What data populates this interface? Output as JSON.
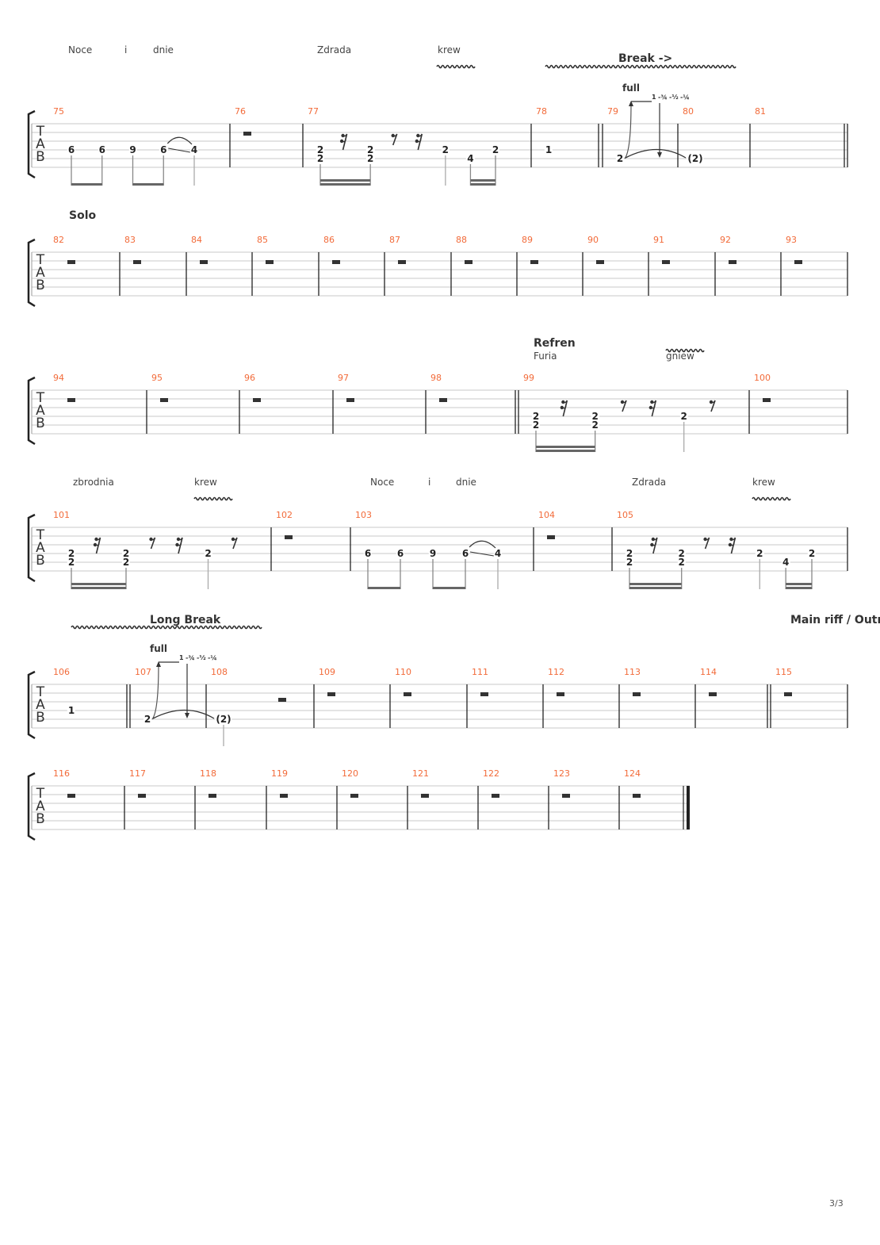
{
  "page_number": "3/3",
  "tab_clef": [
    "T",
    "A",
    "B"
  ],
  "colors": {
    "measure_number": "#f26b3a",
    "staff_line": "#c8c8c8",
    "barline": "#222"
  },
  "systems": [
    {
      "annotations": [
        {
          "text": "Noce",
          "kind": "lyric"
        },
        {
          "text": "i",
          "kind": "lyric"
        },
        {
          "text": "dnie",
          "kind": "lyric"
        },
        {
          "text": "Zdrada",
          "kind": "lyric"
        },
        {
          "text": "krew",
          "kind": "lyric"
        },
        {
          "text": "Break ->",
          "kind": "section"
        }
      ],
      "measures": [
        {
          "number": "75",
          "events": [
            {
              "notes": [
                [
                  4,
                  "6"
                ]
              ],
              "dur": 8,
              "beam": "start"
            },
            {
              "notes": [
                [
                  4,
                  "6"
                ]
              ],
              "dur": 8,
              "beam": "end"
            },
            {
              "notes": [
                [
                  4,
                  "9"
                ]
              ],
              "dur": 8,
              "beam": "start"
            },
            {
              "notes": [
                [
                  4,
                  "6"
                ]
              ],
              "dur": 8,
              "beam": "end",
              "slide": true
            },
            {
              "notes": [
                [
                  4,
                  "4"
                ]
              ],
              "dur": 4
            }
          ]
        },
        {
          "number": "76",
          "rest": "whole"
        },
        {
          "number": "77",
          "events": [
            {
              "notes": [
                [
                  4,
                  "2"
                ],
                [
                  5,
                  "2"
                ]
              ],
              "dur": 16,
              "beam": "start"
            },
            {
              "rest": 16
            },
            {
              "notes": [
                [
                  4,
                  "2"
                ],
                [
                  5,
                  "2"
                ]
              ],
              "dur": 16,
              "beam": "end"
            },
            {
              "rest": 8
            },
            {
              "rest": 16
            },
            {
              "notes": [
                [
                  4,
                  "2"
                ]
              ],
              "dur": 4
            },
            {
              "notes": [
                [
                  5,
                  "4"
                ]
              ],
              "dur": 16,
              "beam": "start"
            },
            {
              "notes": [
                [
                  4,
                  "2"
                ]
              ],
              "dur": 16,
              "beam": "end"
            }
          ]
        },
        {
          "number": "78",
          "events": [
            {
              "notes": [
                [
                  4,
                  "1"
                ]
              ],
              "dur": 1
            }
          ]
        },
        {
          "number": "79",
          "events": [
            {
              "notes": [
                [
                  5,
                  "2"
                ]
              ],
              "dur": 1,
              "bend": {
                "amount": "full",
                "release": [
                  "1",
                  "-¾",
                  "-½",
                  "-¼"
                ]
              }
            }
          ]
        },
        {
          "number": "80",
          "events": [
            {
              "notes": [
                [
                  5,
                  "(2)"
                ]
              ],
              "dur": 1
            }
          ]
        },
        {
          "number": "81",
          "events": []
        }
      ]
    },
    {
      "annotations": [
        {
          "text": "Solo",
          "kind": "section"
        }
      ],
      "measures": [
        {
          "number": "82",
          "rest": "whole"
        },
        {
          "number": "83",
          "rest": "whole"
        },
        {
          "number": "84",
          "rest": "whole"
        },
        {
          "number": "85",
          "rest": "whole"
        },
        {
          "number": "86",
          "rest": "whole"
        },
        {
          "number": "87",
          "rest": "whole"
        },
        {
          "number": "88",
          "rest": "whole"
        },
        {
          "number": "89",
          "rest": "whole"
        },
        {
          "number": "90",
          "rest": "whole"
        },
        {
          "number": "91",
          "rest": "whole"
        },
        {
          "number": "92",
          "rest": "whole"
        },
        {
          "number": "93",
          "rest": "whole"
        }
      ]
    },
    {
      "annotations": [
        {
          "text": "Refren",
          "kind": "section"
        },
        {
          "text": "Furia",
          "kind": "lyric"
        },
        {
          "text": "gniew",
          "kind": "lyric"
        }
      ],
      "measures": [
        {
          "number": "94",
          "rest": "whole"
        },
        {
          "number": "95",
          "rest": "whole"
        },
        {
          "number": "96",
          "rest": "whole"
        },
        {
          "number": "97",
          "rest": "whole"
        },
        {
          "number": "98",
          "rest": "whole"
        },
        {
          "number": "99",
          "events": [
            {
              "notes": [
                [
                  4,
                  "2"
                ],
                [
                  5,
                  "2"
                ]
              ],
              "dur": 16,
              "beam": "start"
            },
            {
              "rest": 16
            },
            {
              "notes": [
                [
                  4,
                  "2"
                ],
                [
                  5,
                  "2"
                ]
              ],
              "dur": 16,
              "beam": "end"
            },
            {
              "rest": 8
            },
            {
              "rest": 16
            },
            {
              "notes": [
                [
                  4,
                  "2"
                ]
              ],
              "dur": 4
            },
            {
              "rest": 8
            }
          ]
        },
        {
          "number": "100",
          "rest": "whole"
        }
      ]
    },
    {
      "annotations": [
        {
          "text": "zbrodnia",
          "kind": "lyric"
        },
        {
          "text": "krew",
          "kind": "lyric"
        },
        {
          "text": "Noce",
          "kind": "lyric"
        },
        {
          "text": "i",
          "kind": "lyric"
        },
        {
          "text": "dnie",
          "kind": "lyric"
        },
        {
          "text": "Zdrada",
          "kind": "lyric"
        },
        {
          "text": "krew",
          "kind": "lyric"
        }
      ],
      "measures": [
        {
          "number": "101",
          "events": [
            {
              "notes": [
                [
                  4,
                  "2"
                ],
                [
                  5,
                  "2"
                ]
              ],
              "dur": 16,
              "beam": "start"
            },
            {
              "rest": 16
            },
            {
              "notes": [
                [
                  4,
                  "2"
                ],
                [
                  5,
                  "2"
                ]
              ],
              "dur": 16,
              "beam": "end"
            },
            {
              "rest": 8
            },
            {
              "rest": 16
            },
            {
              "notes": [
                [
                  4,
                  "2"
                ]
              ],
              "dur": 4
            },
            {
              "rest": 8
            }
          ]
        },
        {
          "number": "102",
          "rest": "whole"
        },
        {
          "number": "103",
          "events": [
            {
              "notes": [
                [
                  4,
                  "6"
                ]
              ],
              "dur": 8,
              "beam": "start"
            },
            {
              "notes": [
                [
                  4,
                  "6"
                ]
              ],
              "dur": 8,
              "beam": "end"
            },
            {
              "notes": [
                [
                  4,
                  "9"
                ]
              ],
              "dur": 8,
              "beam": "start"
            },
            {
              "notes": [
                [
                  4,
                  "6"
                ]
              ],
              "dur": 8,
              "beam": "end",
              "slide": true
            },
            {
              "notes": [
                [
                  4,
                  "4"
                ]
              ],
              "dur": 4
            }
          ]
        },
        {
          "number": "104",
          "rest": "whole"
        },
        {
          "number": "105",
          "events": [
            {
              "notes": [
                [
                  4,
                  "2"
                ],
                [
                  5,
                  "2"
                ]
              ],
              "dur": 16,
              "beam": "start"
            },
            {
              "rest": 16
            },
            {
              "notes": [
                [
                  4,
                  "2"
                ],
                [
                  5,
                  "2"
                ]
              ],
              "dur": 16,
              "beam": "end"
            },
            {
              "rest": 8
            },
            {
              "rest": 16
            },
            {
              "notes": [
                [
                  4,
                  "2"
                ]
              ],
              "dur": 4
            },
            {
              "notes": [
                [
                  5,
                  "4"
                ]
              ],
              "dur": 16,
              "beam": "start"
            },
            {
              "notes": [
                [
                  4,
                  "2"
                ]
              ],
              "dur": 16,
              "beam": "end"
            }
          ]
        }
      ]
    },
    {
      "annotations": [
        {
          "text": "Long Break",
          "kind": "section"
        },
        {
          "text": "Main riff / Outro",
          "kind": "section"
        }
      ],
      "measures": [
        {
          "number": "106",
          "events": [
            {
              "notes": [
                [
                  4,
                  "1"
                ]
              ],
              "dur": 1
            }
          ]
        },
        {
          "number": "107",
          "events": [
            {
              "notes": [
                [
                  5,
                  "2"
                ]
              ],
              "dur": 1,
              "bend": {
                "amount": "full",
                "release": [
                  "1",
                  "-¾",
                  "-½",
                  "-¼"
                ]
              }
            }
          ]
        },
        {
          "number": "108",
          "events": [
            {
              "notes": [
                [
                  5,
                  "(2)"
                ]
              ],
              "dur": 4
            },
            {
              "rest": 2
            }
          ]
        },
        {
          "number": "109",
          "rest": "whole"
        },
        {
          "number": "110",
          "rest": "whole"
        },
        {
          "number": "111",
          "rest": "whole"
        },
        {
          "number": "112",
          "rest": "whole"
        },
        {
          "number": "113",
          "rest": "whole"
        },
        {
          "number": "114",
          "rest": "whole"
        },
        {
          "number": "115",
          "rest": "whole"
        }
      ]
    },
    {
      "annotations": [],
      "measures": [
        {
          "number": "116",
          "rest": "whole"
        },
        {
          "number": "117",
          "rest": "whole"
        },
        {
          "number": "118",
          "rest": "whole"
        },
        {
          "number": "119",
          "rest": "whole"
        },
        {
          "number": "120",
          "rest": "whole"
        },
        {
          "number": "121",
          "rest": "whole"
        },
        {
          "number": "122",
          "rest": "whole"
        },
        {
          "number": "123",
          "rest": "whole"
        },
        {
          "number": "124",
          "rest": "whole"
        }
      ]
    }
  ]
}
